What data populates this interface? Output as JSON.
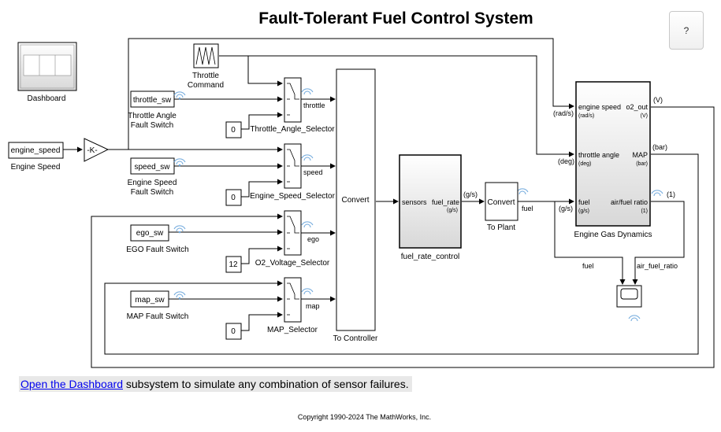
{
  "title": "Fault-Tolerant Fuel Control System",
  "help_label": "?",
  "dashboard": {
    "label": "Dashboard"
  },
  "throttle_command": {
    "label_line1": "Throttle",
    "label_line2": "Command"
  },
  "engine_speed_in": {
    "value": "engine_speed",
    "label": "Engine Speed"
  },
  "gain": {
    "value": "-K-"
  },
  "switches": {
    "throttle": {
      "value": "throttle_sw",
      "label_line1": "Throttle Angle",
      "label_line2": "Fault Switch"
    },
    "speed": {
      "value": "speed_sw",
      "label_line1": "Engine Speed",
      "label_line2": "Fault Switch"
    },
    "ego": {
      "value": "ego_sw",
      "label": "EGO Fault Switch"
    },
    "map": {
      "value": "map_sw",
      "label": "MAP Fault Switch"
    }
  },
  "constants": {
    "throttle": "0",
    "speed": "0",
    "ego": "12",
    "map": "0"
  },
  "selectors": {
    "throttle": {
      "label": "Throttle_Angle_Selector",
      "signal": "throttle"
    },
    "speed": {
      "label": "Engine_Speed_Selector",
      "signal": "speed"
    },
    "ego": {
      "label": "O2_Voltage_Selector",
      "signal": "ego"
    },
    "map": {
      "label": "MAP_Selector",
      "signal": "map"
    }
  },
  "to_controller": {
    "inner": "Convert",
    "label": "To Controller"
  },
  "fuel_rate_control": {
    "in_port": "sensors",
    "out_port": "fuel_rate",
    "out_unit": "(g/s)",
    "label": "fuel_rate_control",
    "signal_unit": "(g/s)"
  },
  "to_plant": {
    "inner": "Convert",
    "label": "To Plant",
    "signal": "fuel"
  },
  "engine_gas_dynamics": {
    "label": "Engine Gas Dynamics",
    "ports_in": [
      {
        "name": "engine speed",
        "unit": "(rad/s)",
        "signal_unit": "(rad/s)"
      },
      {
        "name": "throttle angle",
        "unit": "(deg)",
        "signal_unit": "(deg)"
      },
      {
        "name": "fuel",
        "unit": "(g/s)",
        "signal_unit": "(g/s)"
      }
    ],
    "ports_out": [
      {
        "name": "o2_out",
        "unit": "(V)",
        "signal_unit": "(V)"
      },
      {
        "name": "MAP",
        "unit": "(bar)",
        "signal_unit": "(bar)"
      },
      {
        "name": "air/fuel ratio",
        "unit": "(1)",
        "signal_unit": "(1)"
      }
    ]
  },
  "scope": {
    "in1": "fuel",
    "in2": "air_fuel_ratio"
  },
  "footer": {
    "link": "Open the Dashboard",
    "rest": " subsystem to simulate any combination of sensor failures."
  },
  "copyright": "Copyright 1990-2024  The MathWorks, Inc."
}
